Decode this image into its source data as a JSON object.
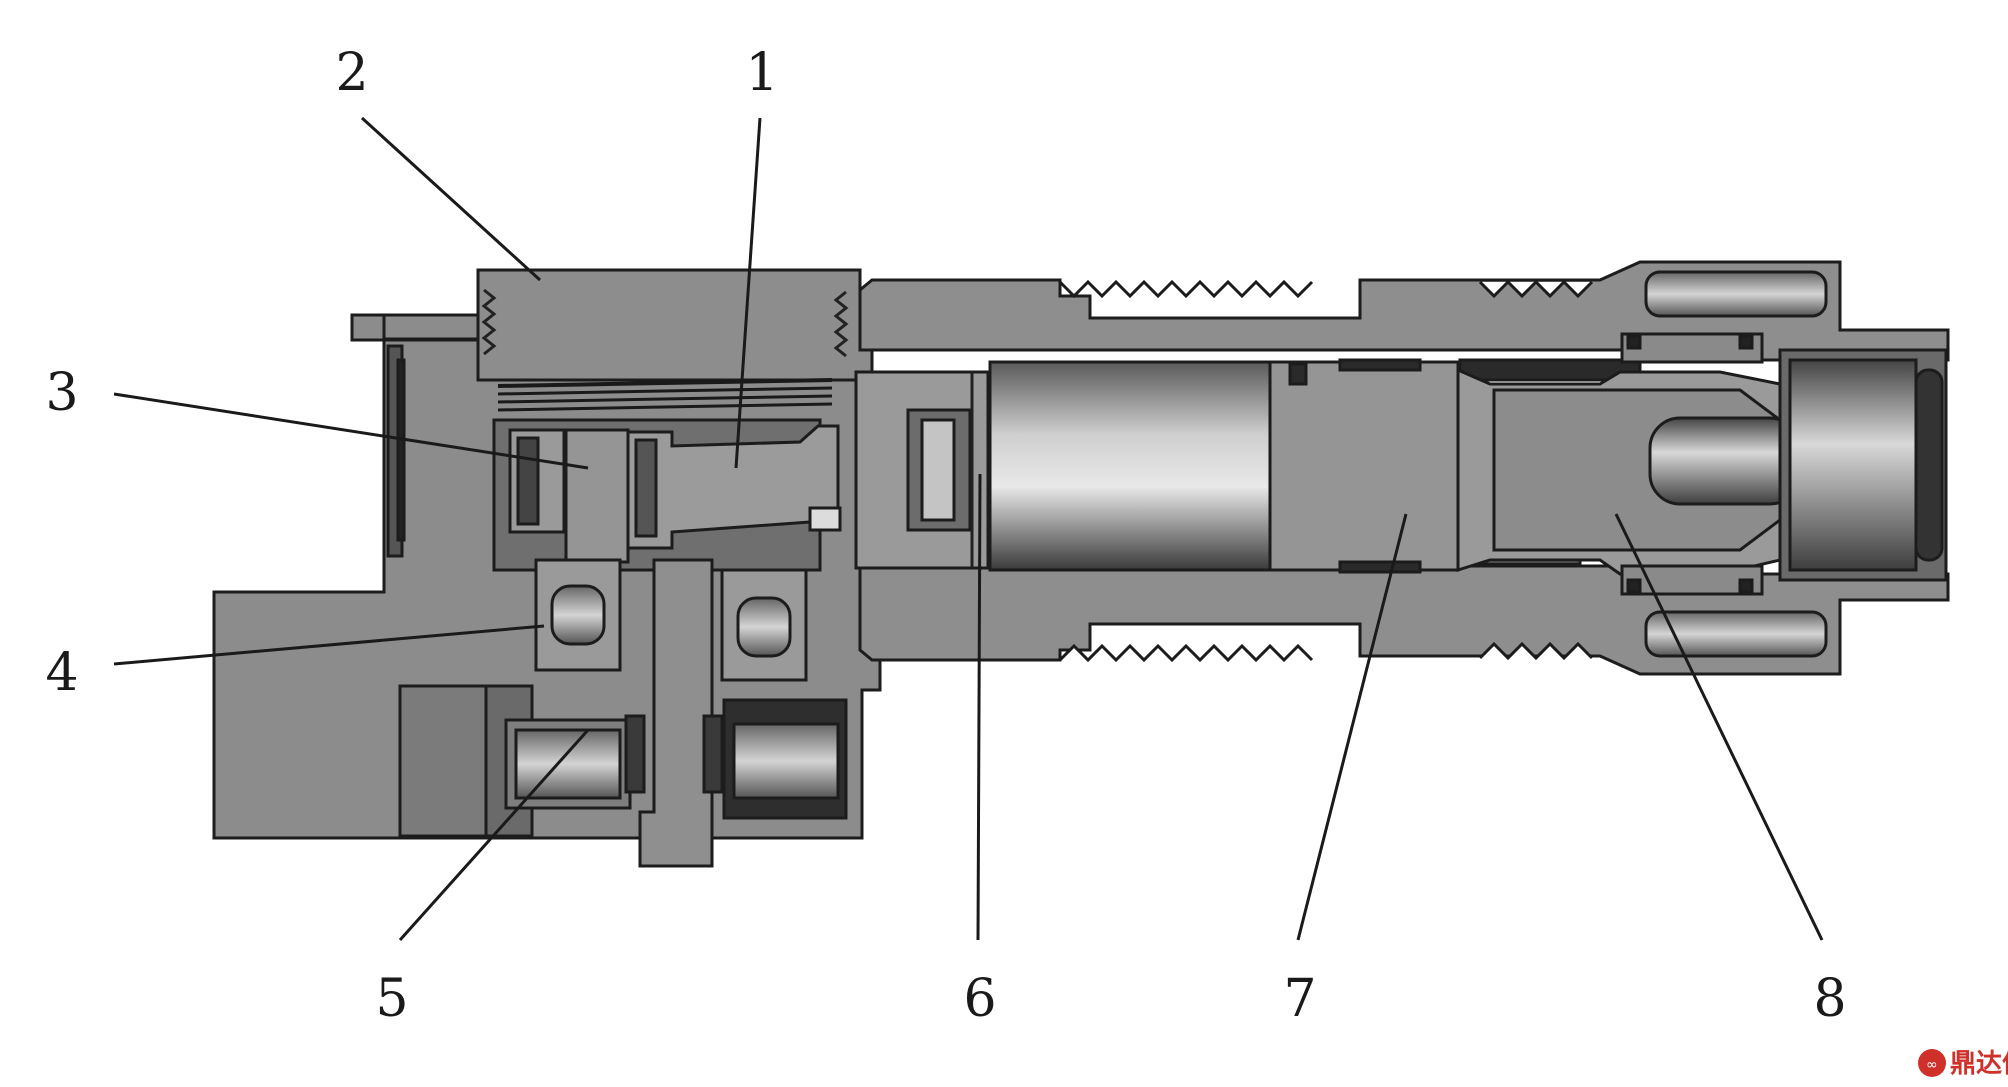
{
  "labels": {
    "l1": "1",
    "l2": "2",
    "l3": "3",
    "l4": "4",
    "l5": "5",
    "l6": "6",
    "l7": "7",
    "l8": "8"
  },
  "watermark": "鼎达信",
  "colors": {
    "body": "#8a8a8a",
    "body_light": "#a6a6a6",
    "body_dark": "#4a4a4a",
    "outline": "#1c1c1c",
    "accent": "#d0302a"
  }
}
